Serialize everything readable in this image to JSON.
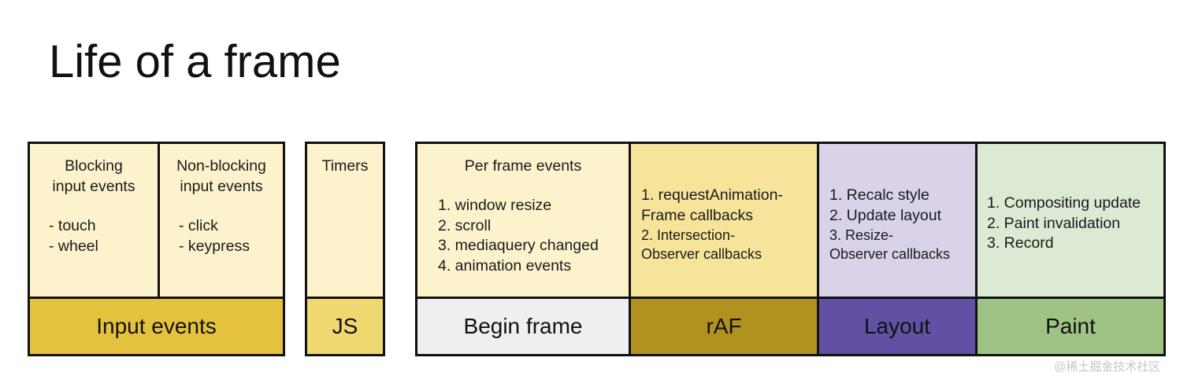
{
  "title": "Life of a frame",
  "colors": {
    "input_light": "#fcf3cc",
    "input_dark": "#e5c23e",
    "js_dark": "#f0d870",
    "begin_light": "#fcf3cc",
    "begin_dark": "#efefef",
    "raf_light": "#f6e49b",
    "raf_dark": "#b19221",
    "layout_light": "#d9d2e9",
    "layout_dark": "#6150a3",
    "paint_light": "#dcead3",
    "paint_dark": "#9fc384",
    "border": "#111111"
  },
  "groups": {
    "input": {
      "label": "Input events",
      "blocking": {
        "heading": "Blocking\ninput events",
        "items": "- touch\n- wheel"
      },
      "non_blocking": {
        "heading": "Non-blocking\ninput events",
        "items": "- click\n- keypress"
      }
    },
    "js": {
      "label": "JS",
      "heading": "Timers"
    },
    "frame": {
      "begin": {
        "label": "Begin frame",
        "heading": "Per frame events",
        "items": "1. window resize\n2. scroll\n3. mediaquery changed\n4. animation events"
      },
      "raf": {
        "label": "rAF",
        "item1": "1. requestAnimation-\nFrame callbacks",
        "item2": "2. Intersection-\nObserver callbacks"
      },
      "layout": {
        "label": "Layout",
        "item1": "1. Recalc style\n2. Update layout",
        "item2": "3. Resize-\nObserver callbacks"
      },
      "paint": {
        "label": "Paint",
        "items": "1. Compositing update\n2. Paint invalidation\n3. Record"
      }
    }
  },
  "watermark": "@稀土掘金技术社区"
}
